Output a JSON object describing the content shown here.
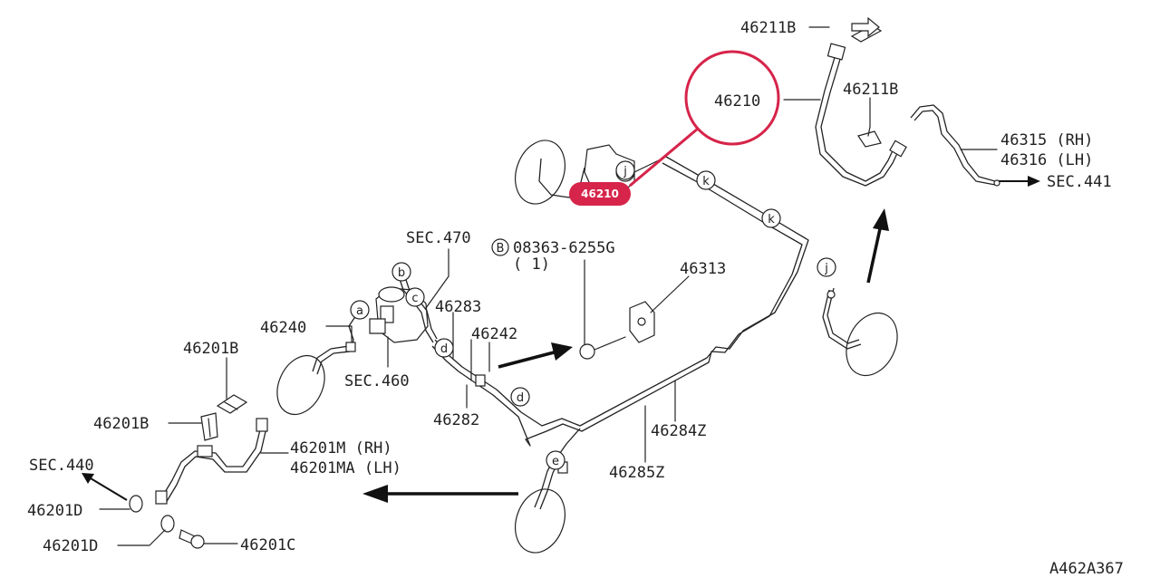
{
  "labels": {
    "l_46211B_top": "46211B",
    "l_46210_circle": "46210",
    "l_46211B_mid": "46211B",
    "l_46315": "46315 (RH)",
    "l_46316": "46316 (LH)",
    "l_sec441": "SEC.441",
    "l_sec470": "SEC.470",
    "l_bolt": "08363-6255G",
    "l_bolt_qty": "( 1)",
    "l_46313": "46313",
    "l_46283": "46283",
    "l_46242": "46242",
    "l_46240": "46240",
    "l_sec460": "SEC.460",
    "l_46201B_a": "46201B",
    "l_46201B_b": "46201B",
    "l_46282": "46282",
    "l_46284Z": "46284Z",
    "l_46285Z": "46285Z",
    "l_46201M": "46201M  (RH)",
    "l_46201MA": "46201MA (LH)",
    "l_sec440": "SEC.440",
    "l_46201D_a": "46201D",
    "l_46201D_b": "46201D",
    "l_46201C": "46201C",
    "l_figure_code": "A462A367"
  },
  "callouts": {
    "a": "a",
    "b": "b",
    "c": "c",
    "d1": "d",
    "d2": "d",
    "e": "e",
    "j1": "j",
    "j2": "j",
    "k1": "k",
    "k2": "k",
    "bolt_b": "B"
  },
  "highlight": {
    "badge": "46210",
    "color": "#d6244a"
  }
}
